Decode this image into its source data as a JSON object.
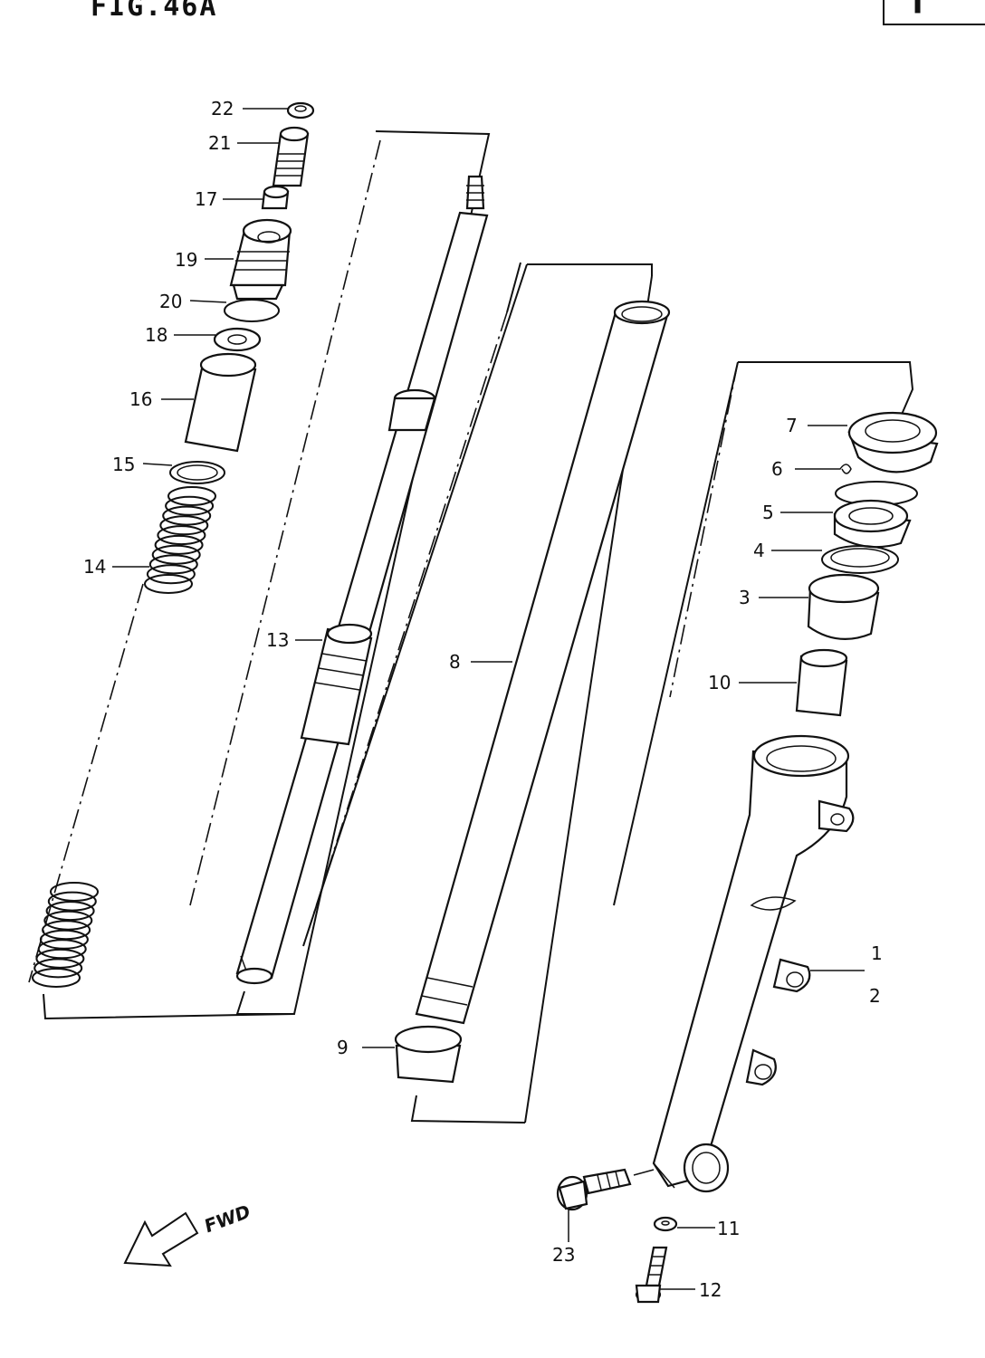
{
  "figure": {
    "title": "FIG.46A"
  },
  "direction": {
    "label": "FWD"
  },
  "callouts": [
    {
      "id": "c22",
      "label": "22"
    },
    {
      "id": "c21",
      "label": "21"
    },
    {
      "id": "c17",
      "label": "17"
    },
    {
      "id": "c19",
      "label": "19"
    },
    {
      "id": "c20",
      "label": "20"
    },
    {
      "id": "c18",
      "label": "18"
    },
    {
      "id": "c16",
      "label": "16"
    },
    {
      "id": "c15",
      "label": "15"
    },
    {
      "id": "c14",
      "label": "14"
    },
    {
      "id": "c13",
      "label": "13"
    },
    {
      "id": "c8",
      "label": "8"
    },
    {
      "id": "c9",
      "label": "9"
    },
    {
      "id": "c7",
      "label": "7"
    },
    {
      "id": "c6",
      "label": "6"
    },
    {
      "id": "c5",
      "label": "5"
    },
    {
      "id": "c4",
      "label": "4"
    },
    {
      "id": "c3",
      "label": "3"
    },
    {
      "id": "c10",
      "label": "10"
    },
    {
      "id": "c1",
      "label": "1"
    },
    {
      "id": "c2",
      "label": "2"
    },
    {
      "id": "c23",
      "label": "23"
    },
    {
      "id": "c11",
      "label": "11"
    },
    {
      "id": "c12",
      "label": "12"
    }
  ]
}
